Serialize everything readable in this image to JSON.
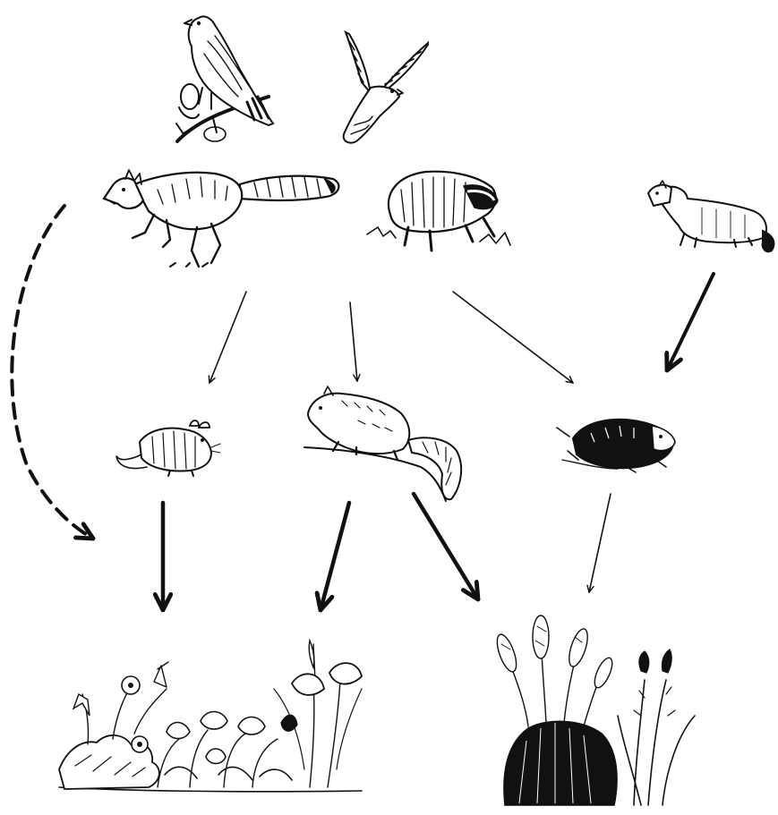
{
  "diagram": {
    "type": "food-web",
    "ink_color": "#111111",
    "background": "#ffffff",
    "nodes": [
      {
        "id": "hawk",
        "icon": "hawk-icon"
      },
      {
        "id": "falcon",
        "icon": "falcon-icon"
      },
      {
        "id": "fox",
        "icon": "fox-icon"
      },
      {
        "id": "badger",
        "icon": "badger-icon"
      },
      {
        "id": "weasel",
        "icon": "weasel-icon"
      },
      {
        "id": "mouse",
        "icon": "mouse-icon"
      },
      {
        "id": "ground-squirrel",
        "icon": "ground-squirrel-icon"
      },
      {
        "id": "pocket-gopher",
        "icon": "pocket-gopher-icon"
      },
      {
        "id": "wildflowers",
        "icon": "wildflowers-icon"
      },
      {
        "id": "grasses",
        "icon": "grasses-icon"
      }
    ],
    "arrows": [
      {
        "from": "fox",
        "to": "wildflowers",
        "style": "dashed",
        "weight": "heavy"
      },
      {
        "from": "fox-badger",
        "to": "mouse",
        "style": "solid",
        "weight": "thin"
      },
      {
        "from": "fox-badger",
        "to": "ground-squirrel",
        "style": "solid",
        "weight": "thin"
      },
      {
        "from": "fox-badger",
        "to": "pocket-gopher",
        "style": "solid",
        "weight": "thin"
      },
      {
        "from": "weasel",
        "to": "pocket-gopher",
        "style": "solid",
        "weight": "heavy"
      },
      {
        "from": "mouse",
        "to": "wildflowers",
        "style": "solid",
        "weight": "heavy"
      },
      {
        "from": "ground-squirrel",
        "to": "wildflowers",
        "style": "solid",
        "weight": "heavy"
      },
      {
        "from": "ground-squirrel",
        "to": "grasses",
        "style": "solid",
        "weight": "heavy"
      },
      {
        "from": "pocket-gopher",
        "to": "grasses",
        "style": "solid",
        "weight": "thin"
      }
    ]
  }
}
